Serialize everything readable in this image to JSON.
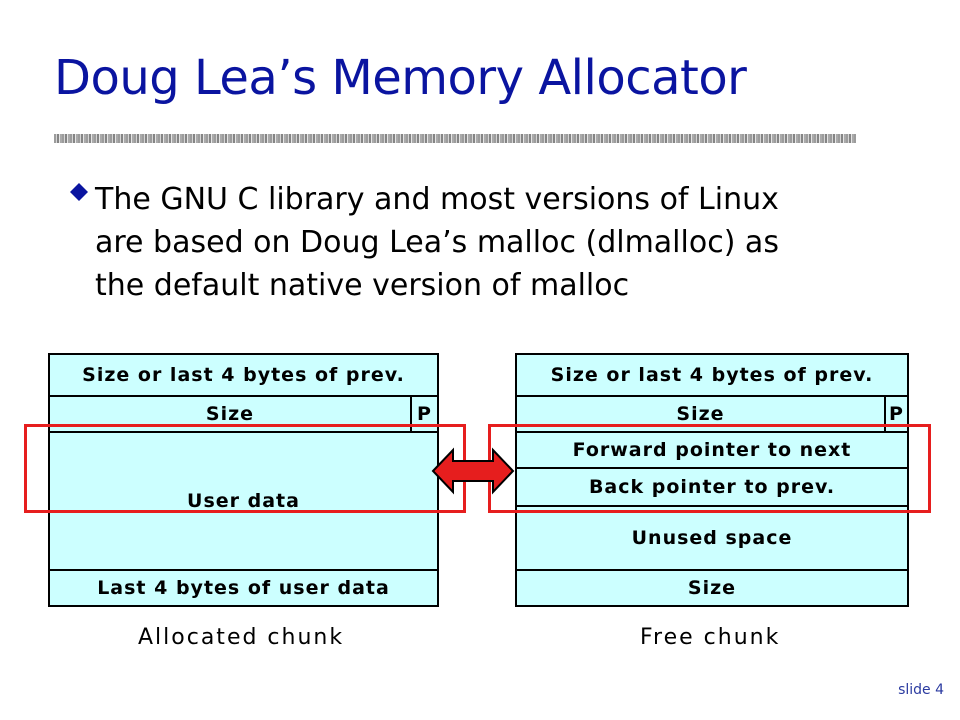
{
  "slide": {
    "title": "Doug Lea’s Memory Allocator",
    "bullet_lines": [
      "The GNU C library and most versions of Linux",
      "are based on Doug Lea’s malloc (dlmalloc) as",
      "the default native version of malloc"
    ],
    "slide_number": "slide 4"
  },
  "allocated_chunk": {
    "caption": "Allocated chunk",
    "size_prev": "Size or last 4 bytes of prev.",
    "size": "Size",
    "p_flag": "P",
    "user_data": "User data",
    "last_bytes": "Last 4 bytes of user data"
  },
  "free_chunk": {
    "caption": "Free chunk",
    "size_prev": "Size or last 4 bytes of prev.",
    "size": "Size",
    "p_flag": "P",
    "forward": "Forward pointer to next",
    "back": "Back pointer to prev.",
    "unused": "Unused space",
    "size_footer": "Size"
  },
  "colors": {
    "title": "#0a14a0",
    "box_fill": "#ccffff",
    "highlight": "#e61e1e"
  }
}
